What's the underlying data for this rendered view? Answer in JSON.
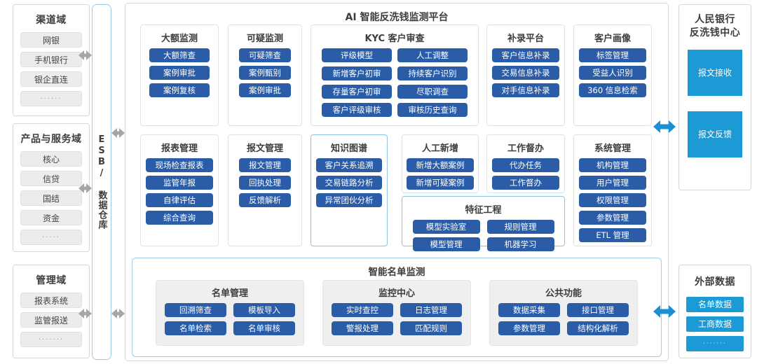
{
  "platform": {
    "title": "AI 智能反洗钱监测平台",
    "row1": [
      {
        "name": "大额监测",
        "items": [
          "大额筛查",
          "案例审批",
          "案例复核"
        ]
      },
      {
        "name": "可疑监测",
        "items": [
          "可疑筛查",
          "案例甄别",
          "案例审批"
        ]
      },
      {
        "name": "KYC 客户审查",
        "items": [
          "评级模型",
          "人工调整",
          "新增客户初审",
          "持续客户识别",
          "存量客户初审",
          "尽职调查",
          "客户评级审核",
          "审核历史查询"
        ]
      },
      {
        "name": "补录平台",
        "items": [
          "客户信息补录",
          "交易信息补录",
          "对手信息补录"
        ]
      },
      {
        "name": "客户画像",
        "items": [
          "标签管理",
          "受益人识别",
          "360 信息检索"
        ]
      }
    ],
    "row2": [
      {
        "name": "报表管理",
        "items": [
          "现场检查报表",
          "监管年报",
          "自律评估",
          "综合查询"
        ]
      },
      {
        "name": "报文管理",
        "items": [
          "报文管理",
          "回执处理",
          "反馈解析"
        ]
      },
      {
        "name": "知识图谱",
        "items": [
          "客户关系追溯",
          "交易链路分析",
          "异常团伙分析"
        ]
      },
      {
        "name": "人工新增",
        "items": [
          "新增大额案例",
          "新增可疑案例"
        ]
      },
      {
        "name": "工作督办",
        "items": [
          "代办任务",
          "工作督办"
        ]
      },
      {
        "name": "特征工程",
        "items": [
          "模型实验室",
          "规则管理",
          "模型管理",
          "机器学习"
        ]
      },
      {
        "name": "系统管理",
        "items": [
          "机构管理",
          "用户管理",
          "权限管理",
          "参数管理",
          "ETL 管理"
        ]
      }
    ]
  },
  "smartlist": {
    "title": "智能名单监测",
    "groups": [
      {
        "name": "名单管理",
        "items": [
          "回溯筛查",
          "模板导入",
          "名单检索",
          "名单审核"
        ]
      },
      {
        "name": "监控中心",
        "items": [
          "实时查控",
          "日志管理",
          "警报处理",
          "匹配规则"
        ]
      },
      {
        "name": "公共功能",
        "items": [
          "数据采集",
          "接口管理",
          "参数管理",
          "结构化解析"
        ]
      }
    ]
  },
  "esb": {
    "label": "ESB/ 数据仓库"
  },
  "left_domains": [
    {
      "title": "渠道域",
      "items": [
        "网银",
        "手机银行",
        "银企直连",
        "······"
      ]
    },
    {
      "title": "产品与服务域",
      "items": [
        "核心",
        "信贷",
        "国结",
        "资金",
        "·····"
      ]
    },
    {
      "title": "管理域",
      "items": [
        "报表系统",
        "监管报送",
        "·······"
      ]
    }
  ],
  "right_panels": [
    {
      "title": "人民银行\n反洗钱中心",
      "title_line1": "人民银行",
      "title_line2": "反洗钱中心",
      "tiles": [
        "报文接收",
        "报文反馈"
      ]
    },
    {
      "title": "外部数据",
      "title_line1": "外部数据",
      "title_line2": "",
      "tiles": [
        "名单数据",
        "工商数据",
        "·······"
      ]
    }
  ],
  "colors": {
    "button_blue": "#2a5ca8",
    "tile_blue": "#1b9ad6",
    "accent_border": "#9ecbe8",
    "arrow_grey": "#a6a6a6",
    "arrow_blue": "#1b8fd4",
    "pill_grey": "#ececec"
  }
}
